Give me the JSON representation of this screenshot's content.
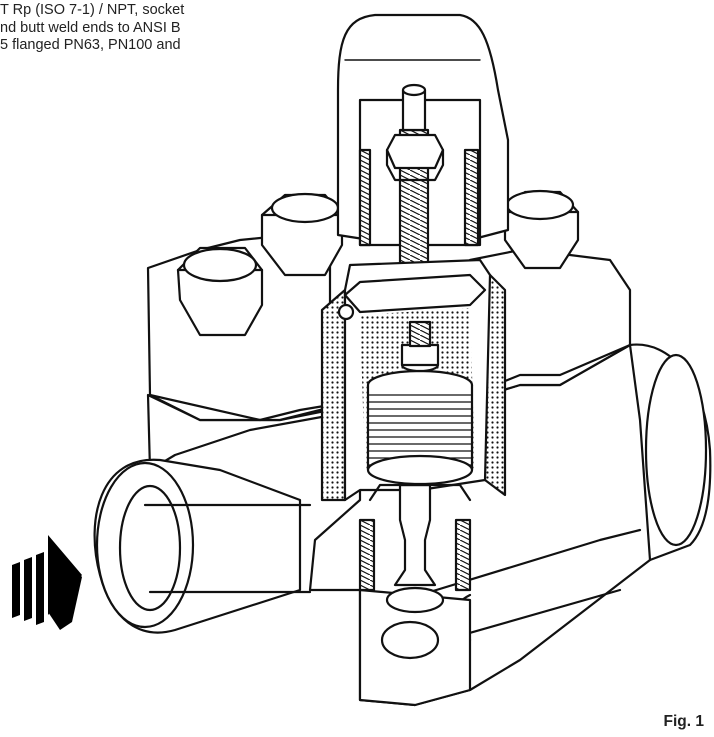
{
  "caption": {
    "lines": [
      "T Rp (ISO 7-1) / NPT, socket",
      "nd butt weld ends to ANSI B",
      "5 flanged PN63, PN100 and"
    ]
  },
  "figure_label": "Fig. 1"
}
